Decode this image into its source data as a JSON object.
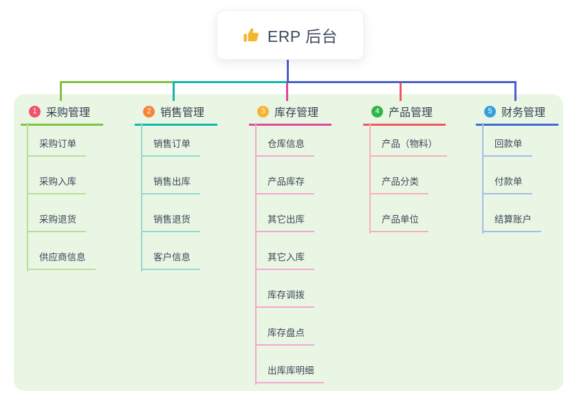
{
  "root": {
    "title": "ERP 后台",
    "icon": "thumbs-up-icon",
    "icon_color": "#f3b72e"
  },
  "panel_bg": "#eaf6e4",
  "connectors": {
    "trunk": "#4a5fc9",
    "seg_left": "#80c140",
    "seg_mid": "#13b5a9",
    "seg_right": "#4a5fc9",
    "drops": [
      "#80c140",
      "#13b5a9",
      "#e2469b",
      "#f25560",
      "#4a5fc9"
    ]
  },
  "branches": [
    {
      "index": "1",
      "label": "采购管理",
      "badge_color": "#f0536b",
      "line_color": "#80c140",
      "light_color": "#b7dd97",
      "children": [
        "采购订单",
        "采购入库",
        "采购退货",
        "供应商信息"
      ]
    },
    {
      "index": "2",
      "label": "销售管理",
      "badge_color": "#f58438",
      "line_color": "#13b5a9",
      "light_color": "#8fd9cf",
      "children": [
        "销售订单",
        "销售出库",
        "销售退货",
        "客户信息"
      ]
    },
    {
      "index": "3",
      "label": "库存管理",
      "badge_color": "#f9b233",
      "line_color": "#e2469b",
      "light_color": "#f2a6cf",
      "children": [
        "仓库信息",
        "产品库存",
        "其它出库",
        "其它入库",
        "库存调拨",
        "库存盘点",
        "出库库明细"
      ]
    },
    {
      "index": "4",
      "label": "产品管理",
      "badge_color": "#30b54a",
      "line_color": "#f25560",
      "light_color": "#f8aeb4",
      "children": [
        "产品（物料）",
        "产品分类",
        "产品单位"
      ]
    },
    {
      "index": "5",
      "label": "财务管理",
      "badge_color": "#35a0e0",
      "line_color": "#3d6ad6",
      "light_color": "#a3bce8",
      "children": [
        "回款单",
        "付款单",
        "结算账户"
      ]
    }
  ]
}
